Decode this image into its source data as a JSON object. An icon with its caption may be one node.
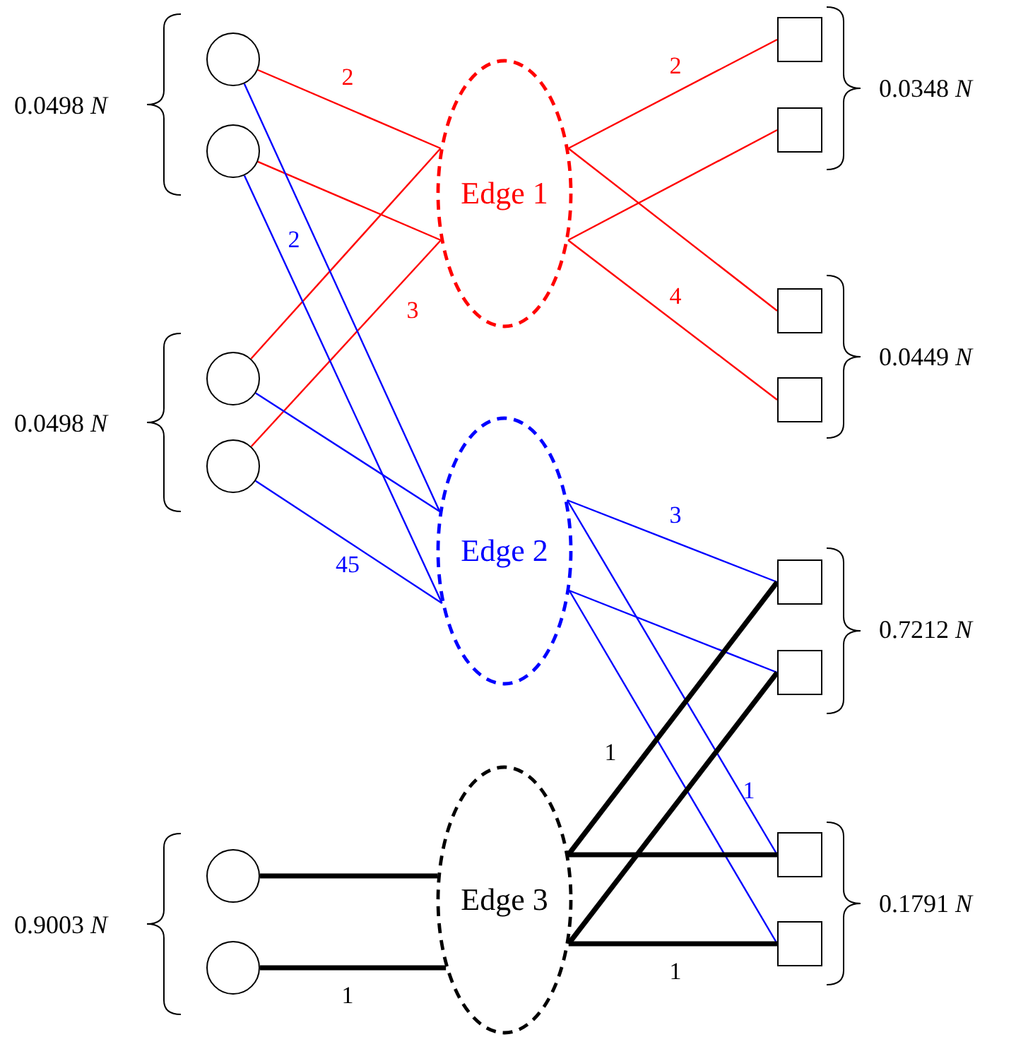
{
  "diagram": {
    "nodes": [
      {
        "text": [],
        "shape": "circle"
      },
      {
        "text": [],
        "shape": "circle"
      },
      {
        "text": [],
        "shape": "circle"
      },
      {
        "text": [],
        "shape": "circle"
      },
      {
        "text": [],
        "shape": "circle"
      },
      {
        "text": [],
        "shape": "circle"
      },
      {
        "text": [
          "Edge 1"
        ]
      },
      {
        "text": [
          "Edge 2"
        ]
      },
      {
        "text": [
          "Edge 3"
        ]
      },
      {
        "text": [],
        "shape": "box"
      },
      {
        "text": [],
        "shape": "box"
      },
      {
        "text": [],
        "shape": "box"
      },
      {
        "text": [],
        "shape": "box"
      },
      {
        "text": [],
        "shape": "box"
      },
      {
        "text": [],
        "shape": "box"
      },
      {
        "text": [],
        "shape": "box"
      },
      {
        "text": [],
        "shape": "box"
      }
    ],
    "edges": [
      {
        "from": 0,
        "to": 6,
        "arrow": "none",
        "label": "2",
        "color": "#ff0000"
      },
      {
        "from": 1,
        "to": 6,
        "arrow": "none",
        "color": "#ff0000"
      },
      {
        "from": 2,
        "to": 6,
        "arrow": "none",
        "color": "#ff0000"
      },
      {
        "from": 3,
        "to": 6,
        "arrow": "none",
        "label": "3",
        "color": "#ff0000"
      },
      {
        "from": 0,
        "to": 7,
        "arrow": "none",
        "color": "#0000ff"
      },
      {
        "from": 1,
        "to": 7,
        "arrow": "none",
        "label": "2",
        "color": "#0000ff"
      },
      {
        "from": 2,
        "to": 7,
        "arrow": "none",
        "color": "#0000ff"
      },
      {
        "from": 3,
        "to": 7,
        "arrow": "none",
        "label": "45",
        "color": "#0000ff"
      },
      {
        "from": 4,
        "to": 8,
        "arrow": "none",
        "style": "thick",
        "color": "#000000"
      },
      {
        "from": 5,
        "to": 8,
        "arrow": "none",
        "label": "1",
        "style": "thick",
        "color": "#000000"
      },
      {
        "from": 6,
        "to": 9,
        "arrow": "none",
        "label": "2",
        "color": "#ff0000"
      },
      {
        "from": 6,
        "to": 11,
        "arrow": "none",
        "color": "#ff0000"
      },
      {
        "from": 6,
        "to": 10,
        "arrow": "none",
        "color": "#ff0000"
      },
      {
        "from": 6,
        "to": 12,
        "arrow": "none",
        "label": "4",
        "color": "#ff0000"
      },
      {
        "from": 7,
        "to": 13,
        "arrow": "none",
        "label": "3",
        "color": "#0000ff"
      },
      {
        "from": 7,
        "to": 15,
        "arrow": "none",
        "label": "1",
        "color": "#0000ff"
      },
      {
        "from": 7,
        "to": 14,
        "arrow": "none",
        "color": "#0000ff"
      },
      {
        "from": 7,
        "to": 16,
        "arrow": "none",
        "color": "#0000ff"
      },
      {
        "from": 8,
        "to": 13,
        "arrow": "none",
        "label": "1",
        "style": "thick",
        "color": "#000000"
      },
      {
        "from": 8,
        "to": 15,
        "arrow": "none",
        "style": "thick",
        "color": "#000000"
      },
      {
        "from": 8,
        "to": 14,
        "arrow": "none",
        "style": "thick",
        "color": "#000000"
      },
      {
        "from": 8,
        "to": 16,
        "arrow": "none",
        "label": "1",
        "style": "thick",
        "color": "#000000"
      }
    ],
    "labels": [
      "0.0498 *N*",
      "0.0348 *N*",
      "0.0449 *N*",
      "0.0498 *N*",
      "0.7212 *N*",
      "0.9003 *N*",
      "0.1791 *N*"
    ]
  }
}
